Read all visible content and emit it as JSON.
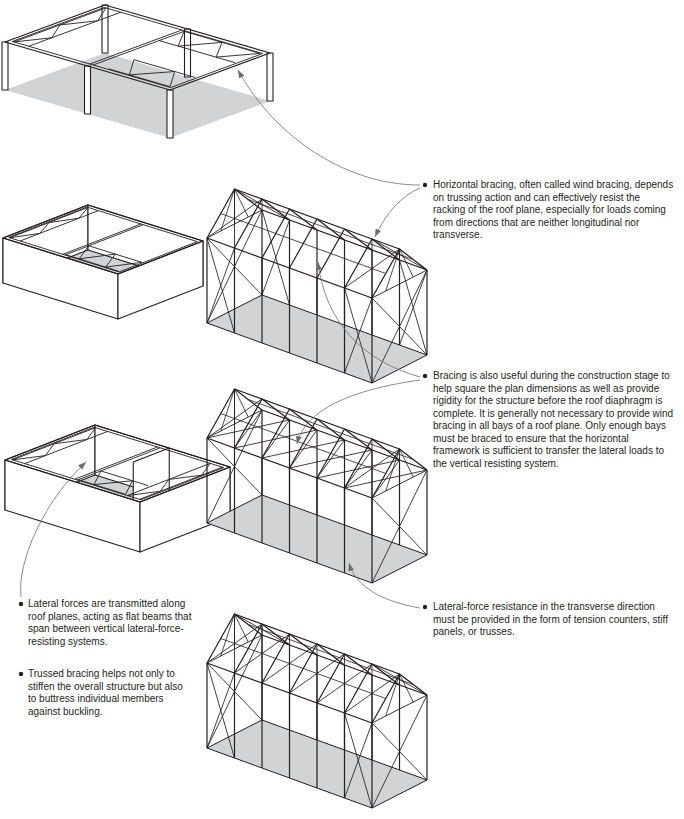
{
  "diagram": {
    "labels": [
      "Horizontal bracing, often called wind bracing, depends on trussing action and can effectively resist the racking of the roof plane, especially for loads coming from directions that are neither longitudinal nor transverse.",
      "Bracing is also useful during the construction stage to help square the plan dimensions as well as provide rigidity for the structure before the roof diaphragm is complete. It is generally not necessary to provide wind bracing in all bays of a roof plane. Only enough bays must be braced to ensure that the horizontal framework is sufficient to transfer the lateral loads to the vertical resisting system.",
      "Lateral forces are transmitted along roof planes, acting as flat beams that span between vertical lateral-force-resisting systems.",
      "Trussed bracing helps not only to stiffen the overall structure but also to buttress individual members against buckling.",
      "Lateral-force resistance in the transverse direction must be provided in the form of tension counters, stiff panels, or trusses."
    ]
  }
}
